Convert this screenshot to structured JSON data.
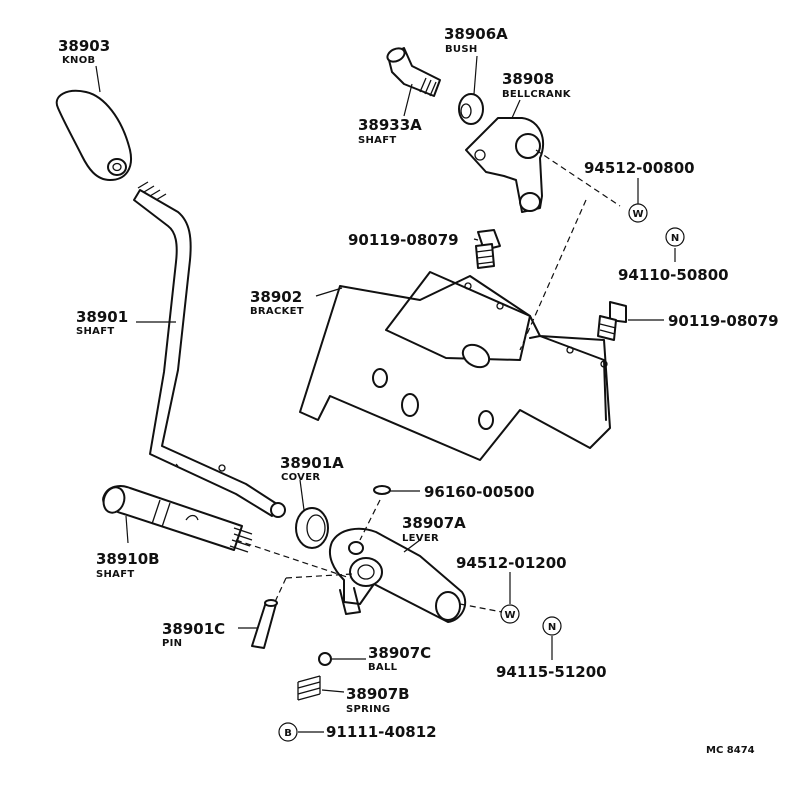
{
  "diagram": {
    "code": "MC 8474",
    "parts": {
      "p38903": {
        "number": "38903",
        "name": "KNOB"
      },
      "p38906A": {
        "number": "38906A",
        "name": "BUSH"
      },
      "p38908": {
        "number": "38908",
        "name": "BELLCRANK"
      },
      "p38933A": {
        "number": "38933A",
        "name": "SHAFT"
      },
      "p94512_00800": {
        "number": "94512-00800",
        "symbol": "W"
      },
      "p90119_08079a": {
        "number": "90119-08079"
      },
      "p94110_50800": {
        "number": "94110-50800",
        "symbol": "N"
      },
      "p38902": {
        "number": "38902",
        "name": "BRACKET"
      },
      "p90119_08079b": {
        "number": "90119-08079"
      },
      "p38901": {
        "number": "38901",
        "name": "SHAFT"
      },
      "p38901A": {
        "number": "38901A",
        "name": "COVER"
      },
      "p96160_00500": {
        "number": "96160-00500"
      },
      "p38907A": {
        "number": "38907A",
        "name": "LEVER"
      },
      "p94512_01200": {
        "number": "94512-01200",
        "symbol": "W"
      },
      "p38910B": {
        "number": "38910B",
        "name": "SHAFT"
      },
      "p94115_51200": {
        "number": "94115-51200",
        "symbol": "N"
      },
      "p38901C": {
        "number": "38901C",
        "name": "PIN"
      },
      "p38907C": {
        "number": "38907C",
        "name": "BALL"
      },
      "p38907B": {
        "number": "38907B",
        "name": "SPRING"
      },
      "p91111_40812": {
        "number": "91111-40812",
        "symbol": "B"
      }
    }
  }
}
